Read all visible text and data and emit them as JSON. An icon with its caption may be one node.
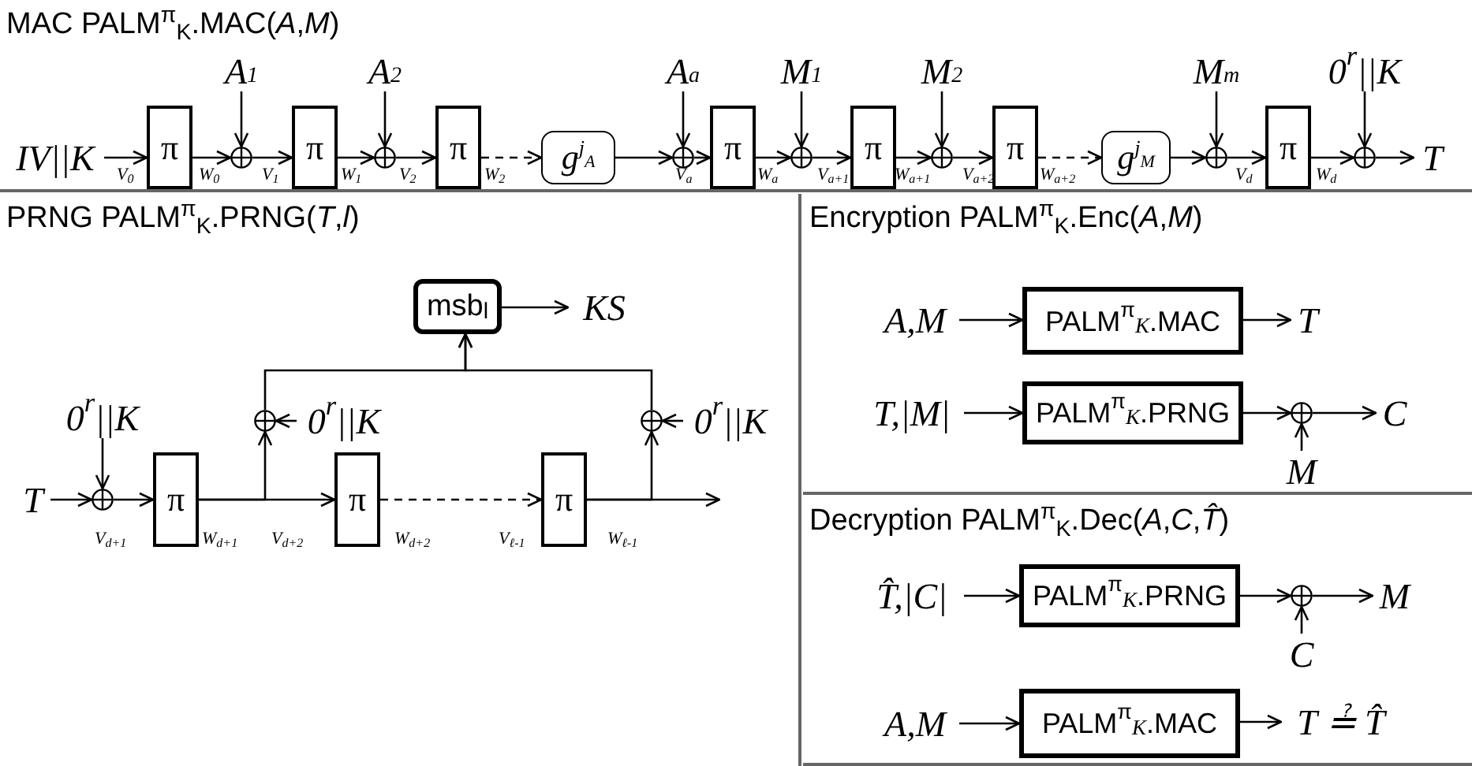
{
  "diagram": {
    "nodes": [
      {
        "text": [
          "MAC PALM$^{π}$$_{K}$.MAC(*A*,*M*)"
        ]
      },
      {
        "text": [
          "IV||K"
        ],
        "in": 0
      },
      {
        "text": [
          "π"
        ],
        "in": 0
      },
      {
        "text": [
          "A$_{1}$"
        ],
        "in": 0
      },
      {
        "text": [],
        "shape": "circle",
        "in": 0
      },
      {
        "text": [
          "π"
        ],
        "in": 0
      },
      {
        "text": [
          "A$_{2}$"
        ],
        "in": 0
      },
      {
        "text": [],
        "shape": "circle",
        "in": 0
      },
      {
        "text": [
          "π"
        ],
        "in": 0
      },
      {
        "text": [
          "g$^{j}$$_{A}$"
        ],
        "in": 0
      },
      {
        "text": [
          "A$_{a}$"
        ],
        "in": 0
      },
      {
        "text": [],
        "shape": "circle",
        "in": 0
      },
      {
        "text": [
          "π"
        ],
        "in": 0
      },
      {
        "text": [
          "M$_{1}$"
        ],
        "in": 0
      },
      {
        "text": [],
        "shape": "circle",
        "in": 0
      },
      {
        "text": [
          "π"
        ],
        "in": 0
      },
      {
        "text": [
          "M$_{2}$"
        ],
        "in": 0
      },
      {
        "text": [],
        "shape": "circle",
        "in": 0
      },
      {
        "text": [
          "π"
        ],
        "in": 0
      },
      {
        "text": [
          "g$^{j}$$_{M}$"
        ],
        "in": 0
      },
      {
        "text": [
          "M$_{m}$"
        ],
        "in": 0
      },
      {
        "text": [],
        "shape": "circle",
        "in": 0
      },
      {
        "text": [
          "π"
        ],
        "in": 0
      },
      {
        "text": [
          "0$^{r}$||K"
        ],
        "in": 0
      },
      {
        "text": [],
        "shape": "circle",
        "in": 0
      },
      {
        "text": [
          "T"
        ],
        "in": 0
      },
      {
        "text": [
          "PRNG PALM$^{π}$$_{K}$.PRNG(*T*,*l*)"
        ]
      },
      {
        "text": [
          "msb$_{l}$"
        ],
        "in": 26
      },
      {
        "text": [
          "KS"
        ],
        "in": 26
      },
      {
        "text": [
          "0$^{r}$||K"
        ],
        "in": 26
      },
      {
        "text": [
          "T"
        ],
        "in": 26
      },
      {
        "text": [],
        "shape": "circle",
        "in": 26
      },
      {
        "text": [
          "π"
        ],
        "in": 26
      },
      {
        "text": [],
        "shape": "circle",
        "in": 26
      },
      {
        "text": [
          "0$^{r}$||K"
        ],
        "in": 26
      },
      {
        "text": [
          "π"
        ],
        "in": 26
      },
      {
        "text": [
          "π"
        ],
        "in": 26
      },
      {
        "text": [],
        "shape": "circle",
        "in": 26
      },
      {
        "text": [
          "0$^{r}$||K"
        ],
        "in": 26
      },
      {
        "text": [
          "Encryption PALM$^{π}$$_{K}$.Enc(*A*,*M*)"
        ]
      },
      {
        "text": [
          "A,M"
        ],
        "in": 39
      },
      {
        "text": [
          "PALM$^{π}$$_{K}$.MAC"
        ],
        "in": 39
      },
      {
        "text": [
          "T"
        ],
        "in": 39
      },
      {
        "text": [
          "T,|M|"
        ],
        "in": 39
      },
      {
        "text": [
          "PALM$^{π}$$_{K}$.PRNG"
        ],
        "in": 39
      },
      {
        "text": [],
        "shape": "circle",
        "in": 39
      },
      {
        "text": [
          "C"
        ],
        "in": 39
      },
      {
        "text": [
          "M"
        ],
        "in": 39
      },
      {
        "text": [
          "Decryption PALM$^{π}$$_{K}$.Dec(*A*,*C*,*T̂*)"
        ]
      },
      {
        "text": [
          "T̂,|C|"
        ],
        "in": 48
      },
      {
        "text": [
          "PALM$^{π}$$_{K}$.PRNG"
        ],
        "in": 48
      },
      {
        "text": [],
        "shape": "circle",
        "in": 48
      },
      {
        "text": [
          "M"
        ],
        "in": 48
      },
      {
        "text": [
          "C"
        ],
        "in": 48
      },
      {
        "text": [
          "A,M"
        ],
        "in": 48
      },
      {
        "text": [
          "PALM$^{π}$$_{K}$.MAC"
        ],
        "in": 48
      },
      {
        "text": [
          "T ≟ T̂"
        ],
        "in": 48
      }
    ],
    "edges": [
      {
        "from": 1,
        "to": 2,
        "arrow": "to"
      },
      {
        "from": 2,
        "to": 4,
        "arrow": "to"
      },
      {
        "from": 3,
        "to": 4,
        "arrow": "to"
      },
      {
        "from": 4,
        "to": 5,
        "arrow": "to"
      },
      {
        "from": 5,
        "to": 7,
        "arrow": "to"
      },
      {
        "from": 6,
        "to": 7,
        "arrow": "to"
      },
      {
        "from": 7,
        "to": 8,
        "arrow": "to"
      },
      {
        "from": 8,
        "to": 9,
        "arrow": "to",
        "style": "dashed"
      },
      {
        "from": 9,
        "to": 11,
        "arrow": "to"
      },
      {
        "from": 10,
        "to": 11,
        "arrow": "to"
      },
      {
        "from": 11,
        "to": 12,
        "arrow": "to"
      },
      {
        "from": 12,
        "to": 14,
        "arrow": "to"
      },
      {
        "from": 13,
        "to": 14,
        "arrow": "to"
      },
      {
        "from": 14,
        "to": 15,
        "arrow": "to"
      },
      {
        "from": 15,
        "to": 17,
        "arrow": "to"
      },
      {
        "from": 16,
        "to": 17,
        "arrow": "to"
      },
      {
        "from": 17,
        "to": 18,
        "arrow": "to"
      },
      {
        "from": 18,
        "to": 19,
        "arrow": "to",
        "style": "dashed"
      },
      {
        "from": 19,
        "to": 21,
        "arrow": "to"
      },
      {
        "from": 20,
        "to": 21,
        "arrow": "to"
      },
      {
        "from": 21,
        "to": 22,
        "arrow": "to"
      },
      {
        "from": 22,
        "to": 24,
        "arrow": "to"
      },
      {
        "from": 23,
        "to": 24,
        "arrow": "to"
      },
      {
        "from": 24,
        "to": 25,
        "arrow": "to"
      },
      {
        "from": 30,
        "to": 31,
        "arrow": "to"
      },
      {
        "from": 29,
        "to": 31,
        "arrow": "to"
      },
      {
        "from": 31,
        "to": 32,
        "arrow": "to"
      },
      {
        "from": 32,
        "to": 33,
        "arrow": "to"
      },
      {
        "from": 32,
        "to": 35,
        "arrow": "to"
      },
      {
        "from": 34,
        "to": 33,
        "arrow": "to"
      },
      {
        "from": 33,
        "to": 27,
        "arrow": "to"
      },
      {
        "from": 35,
        "to": 36,
        "arrow": "to",
        "style": "dashed"
      },
      {
        "from": 36,
        "to": 37,
        "arrow": "to"
      },
      {
        "from": 36,
        "to": null,
        "arrow": "to"
      },
      {
        "from": 38,
        "to": 37,
        "arrow": "to"
      },
      {
        "from": 37,
        "to": 27,
        "arrow": "to"
      },
      {
        "from": 27,
        "to": 28,
        "arrow": "to"
      },
      {
        "from": 40,
        "to": 41,
        "arrow": "to"
      },
      {
        "from": 41,
        "to": 42,
        "arrow": "to"
      },
      {
        "from": 43,
        "to": 44,
        "arrow": "to"
      },
      {
        "from": 44,
        "to": 45,
        "arrow": "to"
      },
      {
        "from": 47,
        "to": 45,
        "arrow": "to"
      },
      {
        "from": 45,
        "to": 46,
        "arrow": "to"
      },
      {
        "from": 49,
        "to": 50,
        "arrow": "to"
      },
      {
        "from": 50,
        "to": 51,
        "arrow": "to"
      },
      {
        "from": 53,
        "to": 51,
        "arrow": "to"
      },
      {
        "from": 51,
        "to": 52,
        "arrow": "to"
      },
      {
        "from": 54,
        "to": 55,
        "arrow": "to"
      },
      {
        "from": 55,
        "to": 56,
        "arrow": "to"
      }
    ],
    "labels": [
      "V$_{0}$",
      "W$_{0}$",
      "V$_{1}$",
      "W$_{1}$",
      "V$_{2}$",
      "W$_{2}$",
      "V$_{a}$",
      "W$_{a}$",
      "V$_{a+1}$",
      "W$_{a+1}$",
      "V$_{a+2}$",
      "W$_{a+2}$",
      "V$_{d}$",
      "W$_{d}$",
      "V$_{d+1}$",
      "W$_{d+1}$",
      "V$_{d+2}$",
      "W$_{d+2}$",
      "V$_{ℓ-1}$",
      "W$_{ℓ-1}$"
    ]
  }
}
